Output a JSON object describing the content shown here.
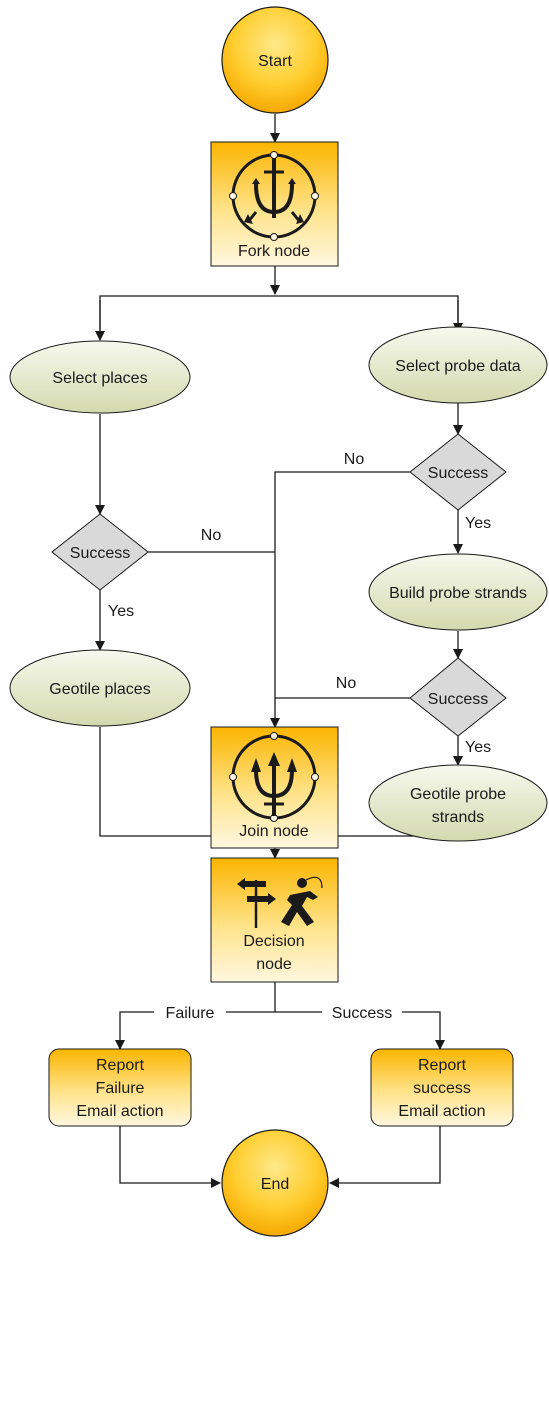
{
  "nodes": {
    "start": "Start",
    "fork": "Fork node",
    "select_places": "Select places",
    "select_probe_data": "Select probe data",
    "success_left": "Success",
    "success_right_1": "Success",
    "success_right_2": "Success",
    "build_probe_strands": "Build probe strands",
    "geotile_places": "Geotile places",
    "geotile_probe_line1": "Geotile probe",
    "geotile_probe_line2": "strands",
    "join": "Join node",
    "decision_line1": "Decision",
    "decision_line2": "node",
    "report_failure": [
      "Report",
      "Failure",
      "Email action"
    ],
    "report_success": [
      "Report",
      "success",
      "Email action"
    ],
    "end": "End"
  },
  "edges": {
    "no_top": "No",
    "no_left": "No",
    "no_mid": "No",
    "yes_left": "Yes",
    "yes_right_1": "Yes",
    "yes_right_2": "Yes",
    "failure": "Failure",
    "success": "Success"
  },
  "colors": {
    "yellow_top": "#ffd84d",
    "yellow_bottom": "#fbb500",
    "yellow_light": "#fff4d6",
    "green_top": "#f6f8ec",
    "green_bottom": "#d6dcb4",
    "diamond": "#d9d9d9",
    "line": "#1a1a1a"
  },
  "icons": {
    "fork": "trident-fork-icon",
    "join": "trident-join-icon",
    "decision": "signpost-person-icon"
  }
}
